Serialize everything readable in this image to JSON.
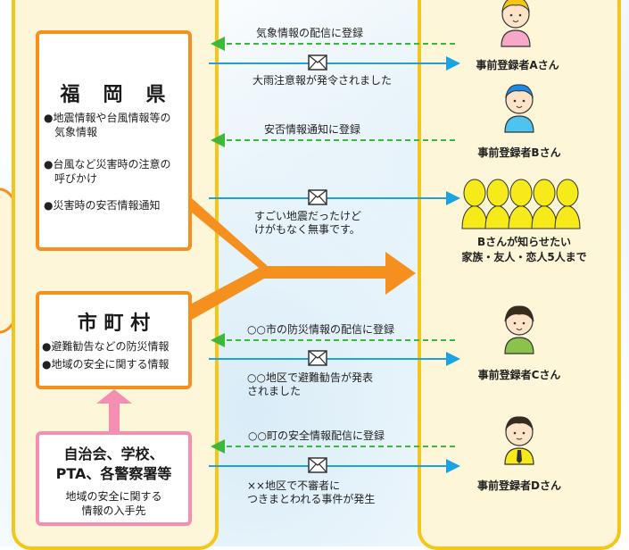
{
  "colors": {
    "panel_border": "#f5c518",
    "panel_fill": "#fdf6d8",
    "orange": "#f5901e",
    "pink": "#f48fb1",
    "blue_arrow": "#1aa3e0",
    "green_arrow": "#3cb83c"
  },
  "prefecture": {
    "name": "福　岡　県",
    "items": [
      [
        "●地震情報や台風情報等の",
        "　気象情報"
      ],
      [
        "●台風など災害時の注意の",
        "　呼びかけ"
      ],
      [
        "●災害時の安否情報通知"
      ]
    ]
  },
  "municipality": {
    "name": "市 町 村",
    "items": [
      "●避難勧告などの防災情報",
      "●地域の安全に関する情報"
    ]
  },
  "community": {
    "name_line1": "自治会、学校、",
    "name_line2": "PTA、各警察署等",
    "desc_line1": "地域の安全に関する",
    "desc_line2": "情報の入手先"
  },
  "messages": {
    "reg_a": "気象情報の配信に登録",
    "send_a": "大雨注意報が発令されました",
    "reg_b": "安否情報通知に登録",
    "send_b_line1": "すごい地震だったけど",
    "send_b_line2": "けがもなく無事です。",
    "reg_c": "○○市の防災情報の配信に登録",
    "send_c_line1": "○○地区で避難勧告が発表",
    "send_c_line2": "されました",
    "reg_d": "○○町の安全情報配信に登録",
    "send_d_line1": "××地区で不審者に",
    "send_d_line2": "つきまとわれる事件が発生"
  },
  "users": {
    "a": "事前登録者Aさん",
    "b": "事前登録者Bさん",
    "family_line1": "Bさんが知らせたい",
    "family_line2": "家族・友人・恋人5人まで",
    "c": "事前登録者Cさん",
    "d": "事前登録者Dさん"
  },
  "icons": {
    "mail": "envelope-icon",
    "person": "person-icon"
  }
}
